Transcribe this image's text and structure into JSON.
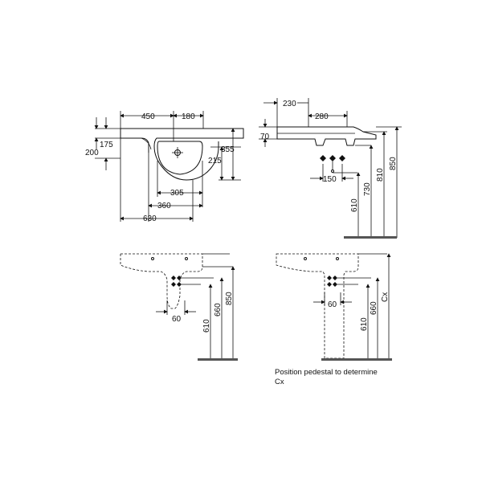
{
  "top_view": {
    "dims": {
      "w450": "450",
      "w180": "180",
      "d175": "175",
      "d200": "200",
      "d355": "355",
      "d215": "215",
      "w305": "305",
      "w360": "360",
      "w630": "630"
    }
  },
  "side_view": {
    "dims": {
      "w230": "230",
      "w280": "280",
      "h70": "70",
      "w150": "150",
      "h610": "610",
      "h730": "730",
      "h810": "810",
      "h850": "850"
    }
  },
  "front_view_left": {
    "dims": {
      "w60": "60",
      "h610": "610",
      "h660": "660",
      "h850": "850"
    }
  },
  "front_view_right": {
    "dims": {
      "w60": "60",
      "h610": "610",
      "h660": "660",
      "hCx": "Cx"
    }
  },
  "note": {
    "line1": "Position pedestal to determine",
    "line2": "Cx"
  }
}
